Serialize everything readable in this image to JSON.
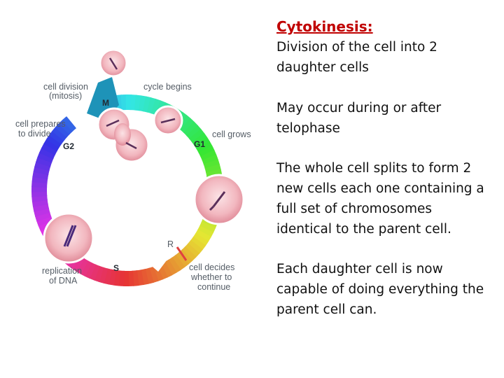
{
  "slide": {
    "title": "Cytokinesis:",
    "paragraphs": [
      "Division of the cell into 2 daughter cells",
      "May occur during or after telophase",
      "The whole cell splits to form 2 new cells each one containing a full set of chromosomes identical to the parent cell.",
      "Each daughter cell is now capable of doing everything the parent cell can."
    ]
  },
  "diagram": {
    "phases": {
      "m": "M",
      "g1": "G1",
      "s": "S",
      "g2": "G2",
      "r": "R"
    },
    "labels": {
      "cell_division": [
        "cell division",
        "(mitosis)"
      ],
      "cycle_begins": "cycle begins",
      "cell_grows": "cell grows",
      "cell_prepares": [
        "cell prepares",
        "to divide"
      ],
      "replication": [
        "replication",
        "of DNA"
      ],
      "cell_decides": [
        "cell decides",
        "whether to",
        "continue"
      ]
    },
    "colors": {
      "title_red": "#c00000",
      "restriction_line": "#e04040",
      "cell_pink": "#f2b7bf"
    }
  }
}
